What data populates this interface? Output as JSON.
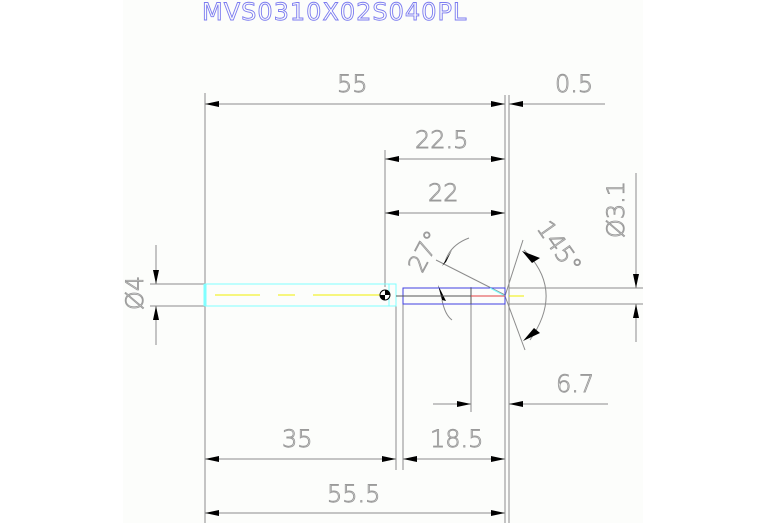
{
  "drawing": {
    "title": "MVS0310X02S040PL",
    "colors": {
      "title": "#7b7bf0",
      "dimension": "#8c8c8c",
      "shank": "#7fffff",
      "flute": "#4040e0",
      "centerline": "#f0f000",
      "tip": "#e04040",
      "background": "#fcfdfb"
    },
    "dimensions": {
      "overall_top": "55",
      "tip_offset": "0.5",
      "flute_length_outer": "22.5",
      "flute_length": "22",
      "neck_angle": "27°",
      "point_angle": "145°",
      "tip_diameter": "Ø3.1",
      "shank_diameter": "Ø4",
      "tip_length": "6.7",
      "shank_length": "35",
      "head_length": "18.5",
      "overall_bottom": "55.5"
    }
  }
}
